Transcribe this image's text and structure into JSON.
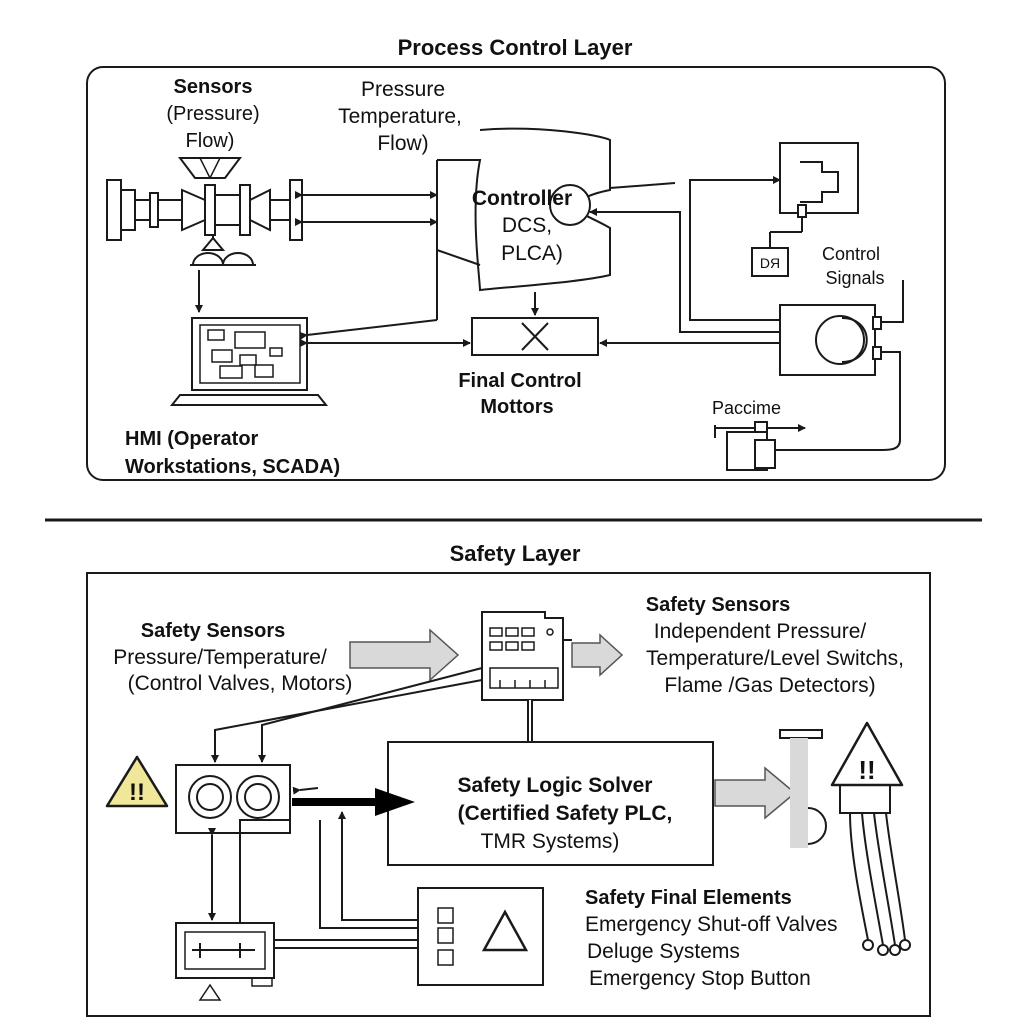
{
  "process_layer": {
    "title": "Process Control Layer",
    "sensors": {
      "heading": "Sensors",
      "line1": "(Pressure)",
      "line2": "Flow)"
    },
    "measurements": {
      "line1": "Pressure",
      "line2": "Temperature,",
      "line3": "Flow)"
    },
    "controller": {
      "line1": "Controller",
      "line2": "DCS,",
      "line3": "PLCA)"
    },
    "db_label": "DЯ",
    "control_signals": {
      "line1": "Control",
      "line2": "Signals"
    },
    "final_control": {
      "line1": "Final Control",
      "line2": "Mottors"
    },
    "hmi": {
      "line1": "HMI (Operator",
      "line2": "Workstations, SCADA)"
    },
    "paccime": "Paccime"
  },
  "safety_layer": {
    "title": "Safety Layer",
    "sensors_left": {
      "heading": "Safety Sensors",
      "line1": "Pressure/Temperature/",
      "line2": "(Control Valves, Motors)"
    },
    "sensors_right": {
      "heading": "Safety Sensors",
      "line1": "Independent Pressure/",
      "line2": "Temperature/Level Switchs,",
      "line3": "Flame  /Gas Detectors)"
    },
    "logic_solver": {
      "line1": "Safety Logic Solver",
      "line2": "(Certified Safety PLC,",
      "line3": "TMR Systems)"
    },
    "final_elements": {
      "heading": "Safety Final Elements",
      "line1": "Emergency Shut-off Valves",
      "line2": "Deluge Systems",
      "line3": "Emergency Stop Button"
    },
    "warning_symbol": "!!"
  },
  "colors": {
    "warning_fill": "#f1e79a",
    "arrow_gray": "#d9d9d9",
    "ink": "#111111"
  }
}
